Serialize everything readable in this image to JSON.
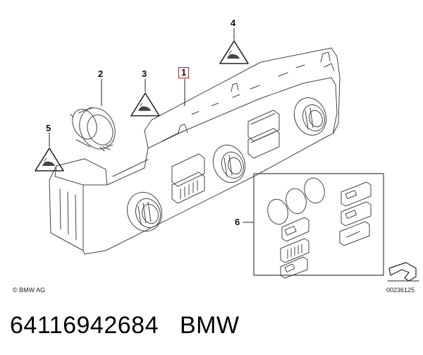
{
  "callouts": {
    "c1": "1",
    "c2": "2",
    "c3": "3",
    "c4": "4",
    "c5": "5",
    "c6": "6"
  },
  "footer": {
    "copyright": "© BMW AG",
    "drawing_number": "00236125"
  },
  "part": {
    "number": "64116942684",
    "brand": "BMW"
  },
  "colors": {
    "line": "#444444",
    "highlight": "#dd1111",
    "background": "#ffffff"
  }
}
